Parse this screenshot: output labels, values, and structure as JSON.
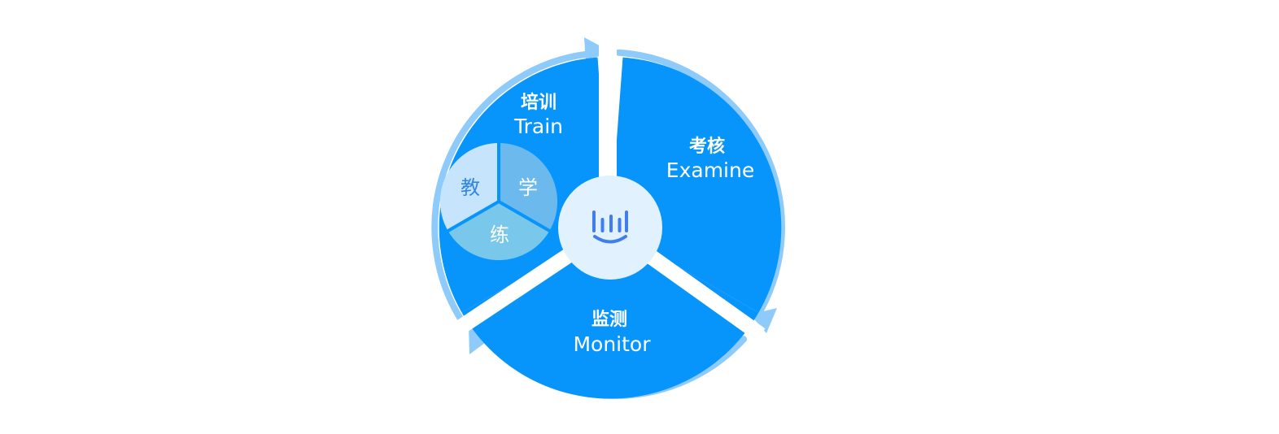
{
  "diagram": {
    "segments": [
      {
        "id": "train",
        "label_cn": "培训",
        "label_en": "Train"
      },
      {
        "id": "examine",
        "label_cn": "考核",
        "label_en": "Examine"
      },
      {
        "id": "monitor",
        "label_cn": "监测",
        "label_en": "Monitor"
      }
    ],
    "train_subparts": [
      {
        "id": "teach",
        "label": "教"
      },
      {
        "id": "learn",
        "label": "学"
      },
      {
        "id": "practice",
        "label": "练"
      }
    ],
    "center_icon": "bar-chart-smile-logo-icon",
    "colors": {
      "background": "#ffffff",
      "segment_fill": "#0794fb",
      "outer_ring": "#8ecbfb",
      "hub": "#e1f1fe",
      "logo": "#3f7df0",
      "sub_teach": "#c7e4fd",
      "sub_learn": "#6cb9ee",
      "sub_practice": "#79c8eb",
      "sub_text_dark": "#2f86e3",
      "sub_text_light": "#ffffff"
    }
  }
}
